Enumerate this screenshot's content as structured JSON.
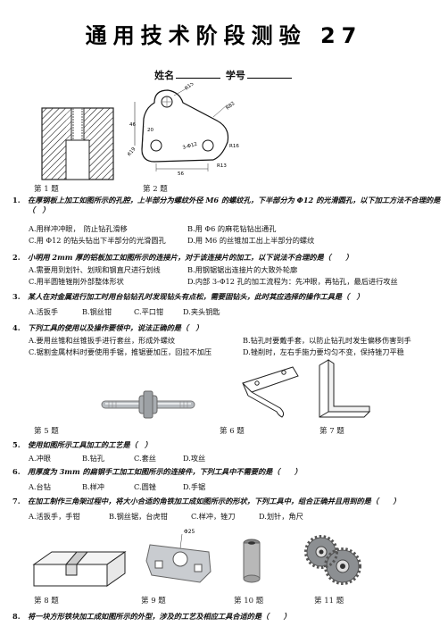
{
  "header": {
    "title": "通用技术阶段测验 27",
    "name_label": "姓名",
    "id_label": "学号"
  },
  "figures": {
    "cap1": "第 1 题",
    "cap2": "第 2 题",
    "cap5": "第 5 题",
    "cap6": "第 6 题",
    "cap7": "第 7 题",
    "cap8": "第 8 题",
    "cap9": "第 9 题",
    "cap10": "第 10 题",
    "cap11": "第 11 题",
    "dim_r15": "R15",
    "dim_46": "46",
    "dim_20": "20",
    "dim_r82": "R82",
    "dim_phi12": "3-Φ12",
    "dim_r19": "R19",
    "dim_56": "56",
    "dim_r13": "R13",
    "dim_r16": "R16",
    "dim_phi25": "Φ25"
  },
  "questions": [
    {
      "num": "1.",
      "text": "在厚钢板上加工如图所示的孔腔，上半部分为螺纹外径 M6 的螺纹孔，下半部分为 Φ12 的光滑圆孔，以下加工方法不合理的是（　）",
      "opts": [
        "A.用样冲冲眼，　防止钻孔滑移",
        "B.用 Φ6 的麻花钻钻出通孔",
        "C.用 Φ12 的钻头钻出下半部分的光滑圆孔",
        "D.用 M6 的丝锥加工出上半部分的螺纹"
      ]
    },
    {
      "num": "2.",
      "text": "小明用 2mm 厚的铝板加工如图所示的连接片，对于该连接片的加工，以下说法不合理的是（　　）",
      "opts": [
        "A.需要用到划针、划规和钢直尺进行划线",
        "B.用钢锯锯出连接片的大致外轮廓",
        "C.用半圆锉锉削外部整体形状",
        "D.内部 3-Φ12 孔的加工流程为：先冲眼，再钻孔，最后进行攻丝"
      ]
    },
    {
      "num": "3.",
      "text": "某人在对金属进行加工时用台钻钻孔时发现钻头有点松，需要固钻头，此时其应选择的操作工具是（　）",
      "opts": [
        "A.活扳手",
        "B.钢丝钳",
        "C.平口钳",
        "D.夹头钥匙"
      ]
    },
    {
      "num": "4.",
      "text": "下列工具的使用以及操作要领中，说法正确的是（　）",
      "opts": [
        "A.要用丝锥和丝锥扳手进行套丝，形成外螺纹",
        "B.钻孔时要戴手套，以防止钻孔时发生偏移伤害到手",
        "C.锯割金属材料时要使用手锯，推锯要加压，回拉不加压",
        "D.锉削时，左右手施力要均匀不变，保持锉刀平稳"
      ]
    },
    {
      "num": "5.",
      "text": "使用如图所示工具加工的工艺是（　）",
      "opts": [
        "A.冲眼",
        "B.钻孔",
        "C.套丝",
        "D.攻丝"
      ]
    },
    {
      "num": "6.",
      "text": "用厚度为 3mm 的扁钢手工加工如图所示的连接件，下列工具中不需要的是（　　）",
      "opts": [
        "A.台钻",
        "B.样冲",
        "C.圆锉",
        "D.手锯"
      ]
    },
    {
      "num": "7.",
      "text": "在加工制作三角架过程中，将大小合适的角铁加工成如图所示的形状，下列工具中，组合正确并且用到的是（　　）",
      "opts": [
        "A.活扳手，手钳",
        "B.钢丝锯，台虎钳",
        "C.样冲，锉刀",
        "D.划针，角尺"
      ]
    },
    {
      "num": "8.",
      "text": "将一块方形铁块加工成如图所示的外型，涉及的工艺及相应工具合适的是（　　）",
      "opts": []
    }
  ]
}
